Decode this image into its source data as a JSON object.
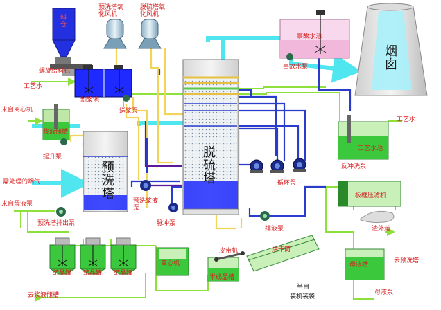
{
  "labels": {
    "silo": "料仓",
    "screw_feeder": "螺旋给料机",
    "pre_blower": "预洗塔氧化风机",
    "desulf_blower": "脱硫塔氧化风机",
    "process_water_top": "工艺水",
    "slurry_tank": "制浆池",
    "feed_pump": "送浆泵",
    "from_centrifuge": "来自离心机",
    "slurry_collect": "浆液储槽",
    "lift_pump": "提升泵",
    "flue_gas_in": "需处理的烟气",
    "pre_wash_tower": "预洗塔",
    "pre_wash_pump": "预洗浆液泵",
    "from_mother": "来自母液泵",
    "pre_discharge": "预洗塔排出泵",
    "pulse_pump": "脉冲泵",
    "desulf_tower": "脱硫塔",
    "circ_pump": "循环泵",
    "discharge_pump": "排液泵",
    "accident_tank": "事故水池",
    "accident_pump": "事故水泵",
    "chimney": "烟囱",
    "process_water_right": "工艺水",
    "process_water_tank": "工艺水池",
    "backwash_pump": "反冲洗泵",
    "filter_press": "板框压滤机",
    "slag_out": "渣外运",
    "to_pre_wash": "去预洗塔",
    "mother_tank": "母液槽",
    "mother_pump": "母液泵",
    "crystal_1": "结晶罐",
    "crystal_2": "结晶罐",
    "crystal_3": "结晶罐",
    "to_slurry": "去浆液储槽",
    "centrifuge": "离心机",
    "belt": "皮带机",
    "semi_tank": "半成品槽",
    "dryer": "烘干筒",
    "semi_product": "半自",
    "packing": "装机装袋"
  },
  "colors": {
    "flue_gas": "#4fe6f0",
    "process_water": "#8ee03a",
    "slurry": "#f2d45a",
    "blue_line": "#2a3ccc",
    "purple_line": "#5a1a9a",
    "tank_green": "#3cc83c",
    "tank_blue": "#1e2aff",
    "label_red": "#d42020"
  }
}
